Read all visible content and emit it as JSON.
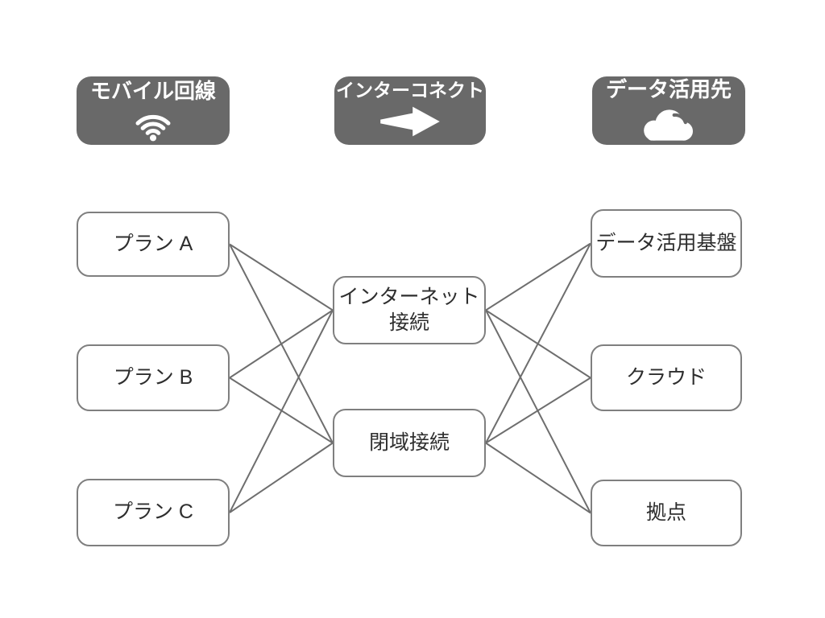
{
  "colors": {
    "background": "#ffffff",
    "header_bg": "#696969",
    "header_text": "#ffffff",
    "node_bg": "#ffffff",
    "node_border": "#7f7f7f",
    "node_text": "#2e2e2e",
    "connector": "#6e6e6e"
  },
  "headers": [
    {
      "label": "モバイル回線",
      "icon": "wifi-icon"
    },
    {
      "label": "インターコネクト",
      "icon": "arrow-right-icon"
    },
    {
      "label": "データ活用先",
      "icon": "cloud-icon"
    }
  ],
  "nodes": {
    "plan_a": {
      "label": "プラン A"
    },
    "plan_b": {
      "label": "プラン B"
    },
    "plan_c": {
      "label": "プラン C"
    },
    "internet": {
      "label": "インターネット接続"
    },
    "closed": {
      "label": "閉域接続"
    },
    "platform": {
      "label": "データ活用基盤"
    },
    "cloud": {
      "label": "クラウド"
    },
    "site": {
      "label": "拠点"
    }
  },
  "connections": [
    [
      "plan_a",
      "internet"
    ],
    [
      "plan_a",
      "closed"
    ],
    [
      "plan_b",
      "internet"
    ],
    [
      "plan_b",
      "closed"
    ],
    [
      "plan_c",
      "internet"
    ],
    [
      "plan_c",
      "closed"
    ],
    [
      "internet",
      "platform"
    ],
    [
      "internet",
      "cloud"
    ],
    [
      "internet",
      "site"
    ],
    [
      "closed",
      "platform"
    ],
    [
      "closed",
      "cloud"
    ],
    [
      "closed",
      "site"
    ]
  ]
}
